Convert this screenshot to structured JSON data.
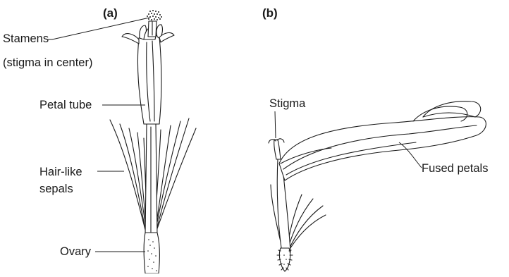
{
  "panels": {
    "a": {
      "letter": "(a)",
      "labels": {
        "stamens_line1": "Stamens",
        "stamens_line2": "(stigma in center)",
        "petal_tube": "Petal tube",
        "sepals_line1": "Hair-like",
        "sepals_line2": "sepals",
        "ovary": "Ovary"
      }
    },
    "b": {
      "letter": "(b)",
      "labels": {
        "stigma": "Stigma",
        "fused_petals": "Fused petals"
      }
    }
  }
}
